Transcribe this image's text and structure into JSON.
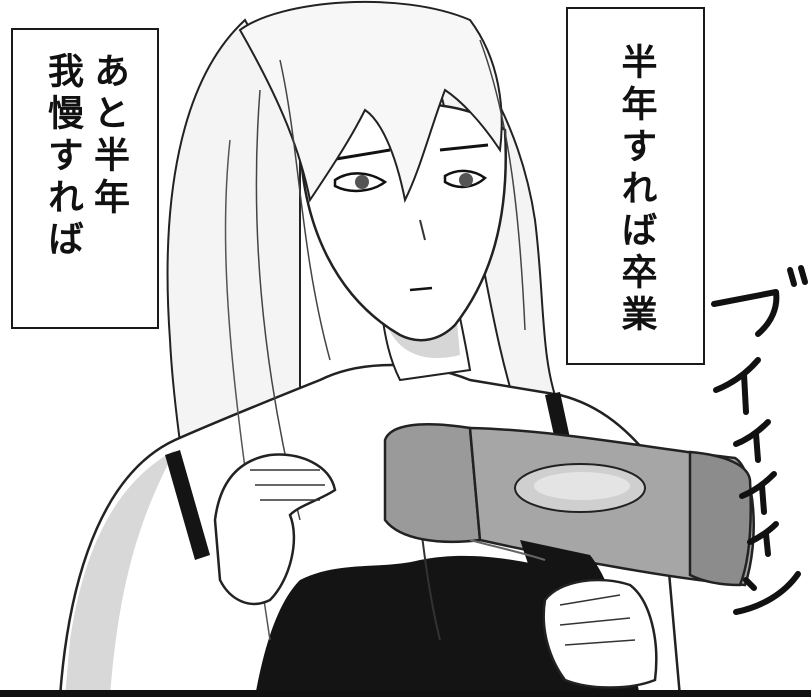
{
  "caption_left": {
    "lines": [
      "あと半年",
      "我慢すれば"
    ]
  },
  "caption_right": {
    "lines": [
      "半年すれば卒業"
    ]
  },
  "sound_effect": {
    "text": "ブイィィィン"
  },
  "colors": {
    "ink": "#111111",
    "paper": "#ffffff",
    "hair_shadow": "#e2e2e2",
    "skin_shadow": "#cfcfcf",
    "dryer_body": "#9a9a9a",
    "dryer_light": "#c8c8c8",
    "tank_top": "#141414"
  },
  "icons": [
    "hair-dryer",
    "woman-figure"
  ]
}
